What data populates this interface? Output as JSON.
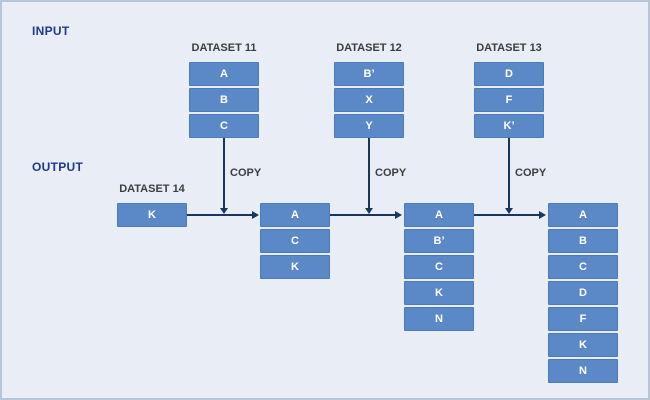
{
  "colors": {
    "background": "#e8edf6",
    "frame": "#b5c5da",
    "box_fill": "#5b88c7",
    "box_border": "#4d7bb8",
    "box_text": "#ffffff",
    "arrow": "#17375e",
    "heading": "#1e3a8c",
    "label": "#3d3d3d"
  },
  "sections": {
    "input_label": "INPUT",
    "output_label": "OUTPUT"
  },
  "copy_label": "COPY",
  "input_datasets": [
    {
      "name": "DATASET 11",
      "items": [
        "A",
        "B",
        "C"
      ]
    },
    {
      "name": "DATASET 12",
      "items": [
        "B’",
        "X",
        "Y"
      ]
    },
    {
      "name": "DATASET 13",
      "items": [
        "D",
        "F",
        "K’"
      ]
    }
  ],
  "output_datasets": [
    {
      "name": "DATASET 14",
      "items": [
        "K"
      ]
    },
    {
      "items": [
        "A",
        "C",
        "K"
      ]
    },
    {
      "items": [
        "A",
        "B’",
        "C",
        "K",
        "N"
      ]
    },
    {
      "items": [
        "A",
        "B",
        "C",
        "D",
        "F",
        "K",
        "N"
      ]
    }
  ]
}
